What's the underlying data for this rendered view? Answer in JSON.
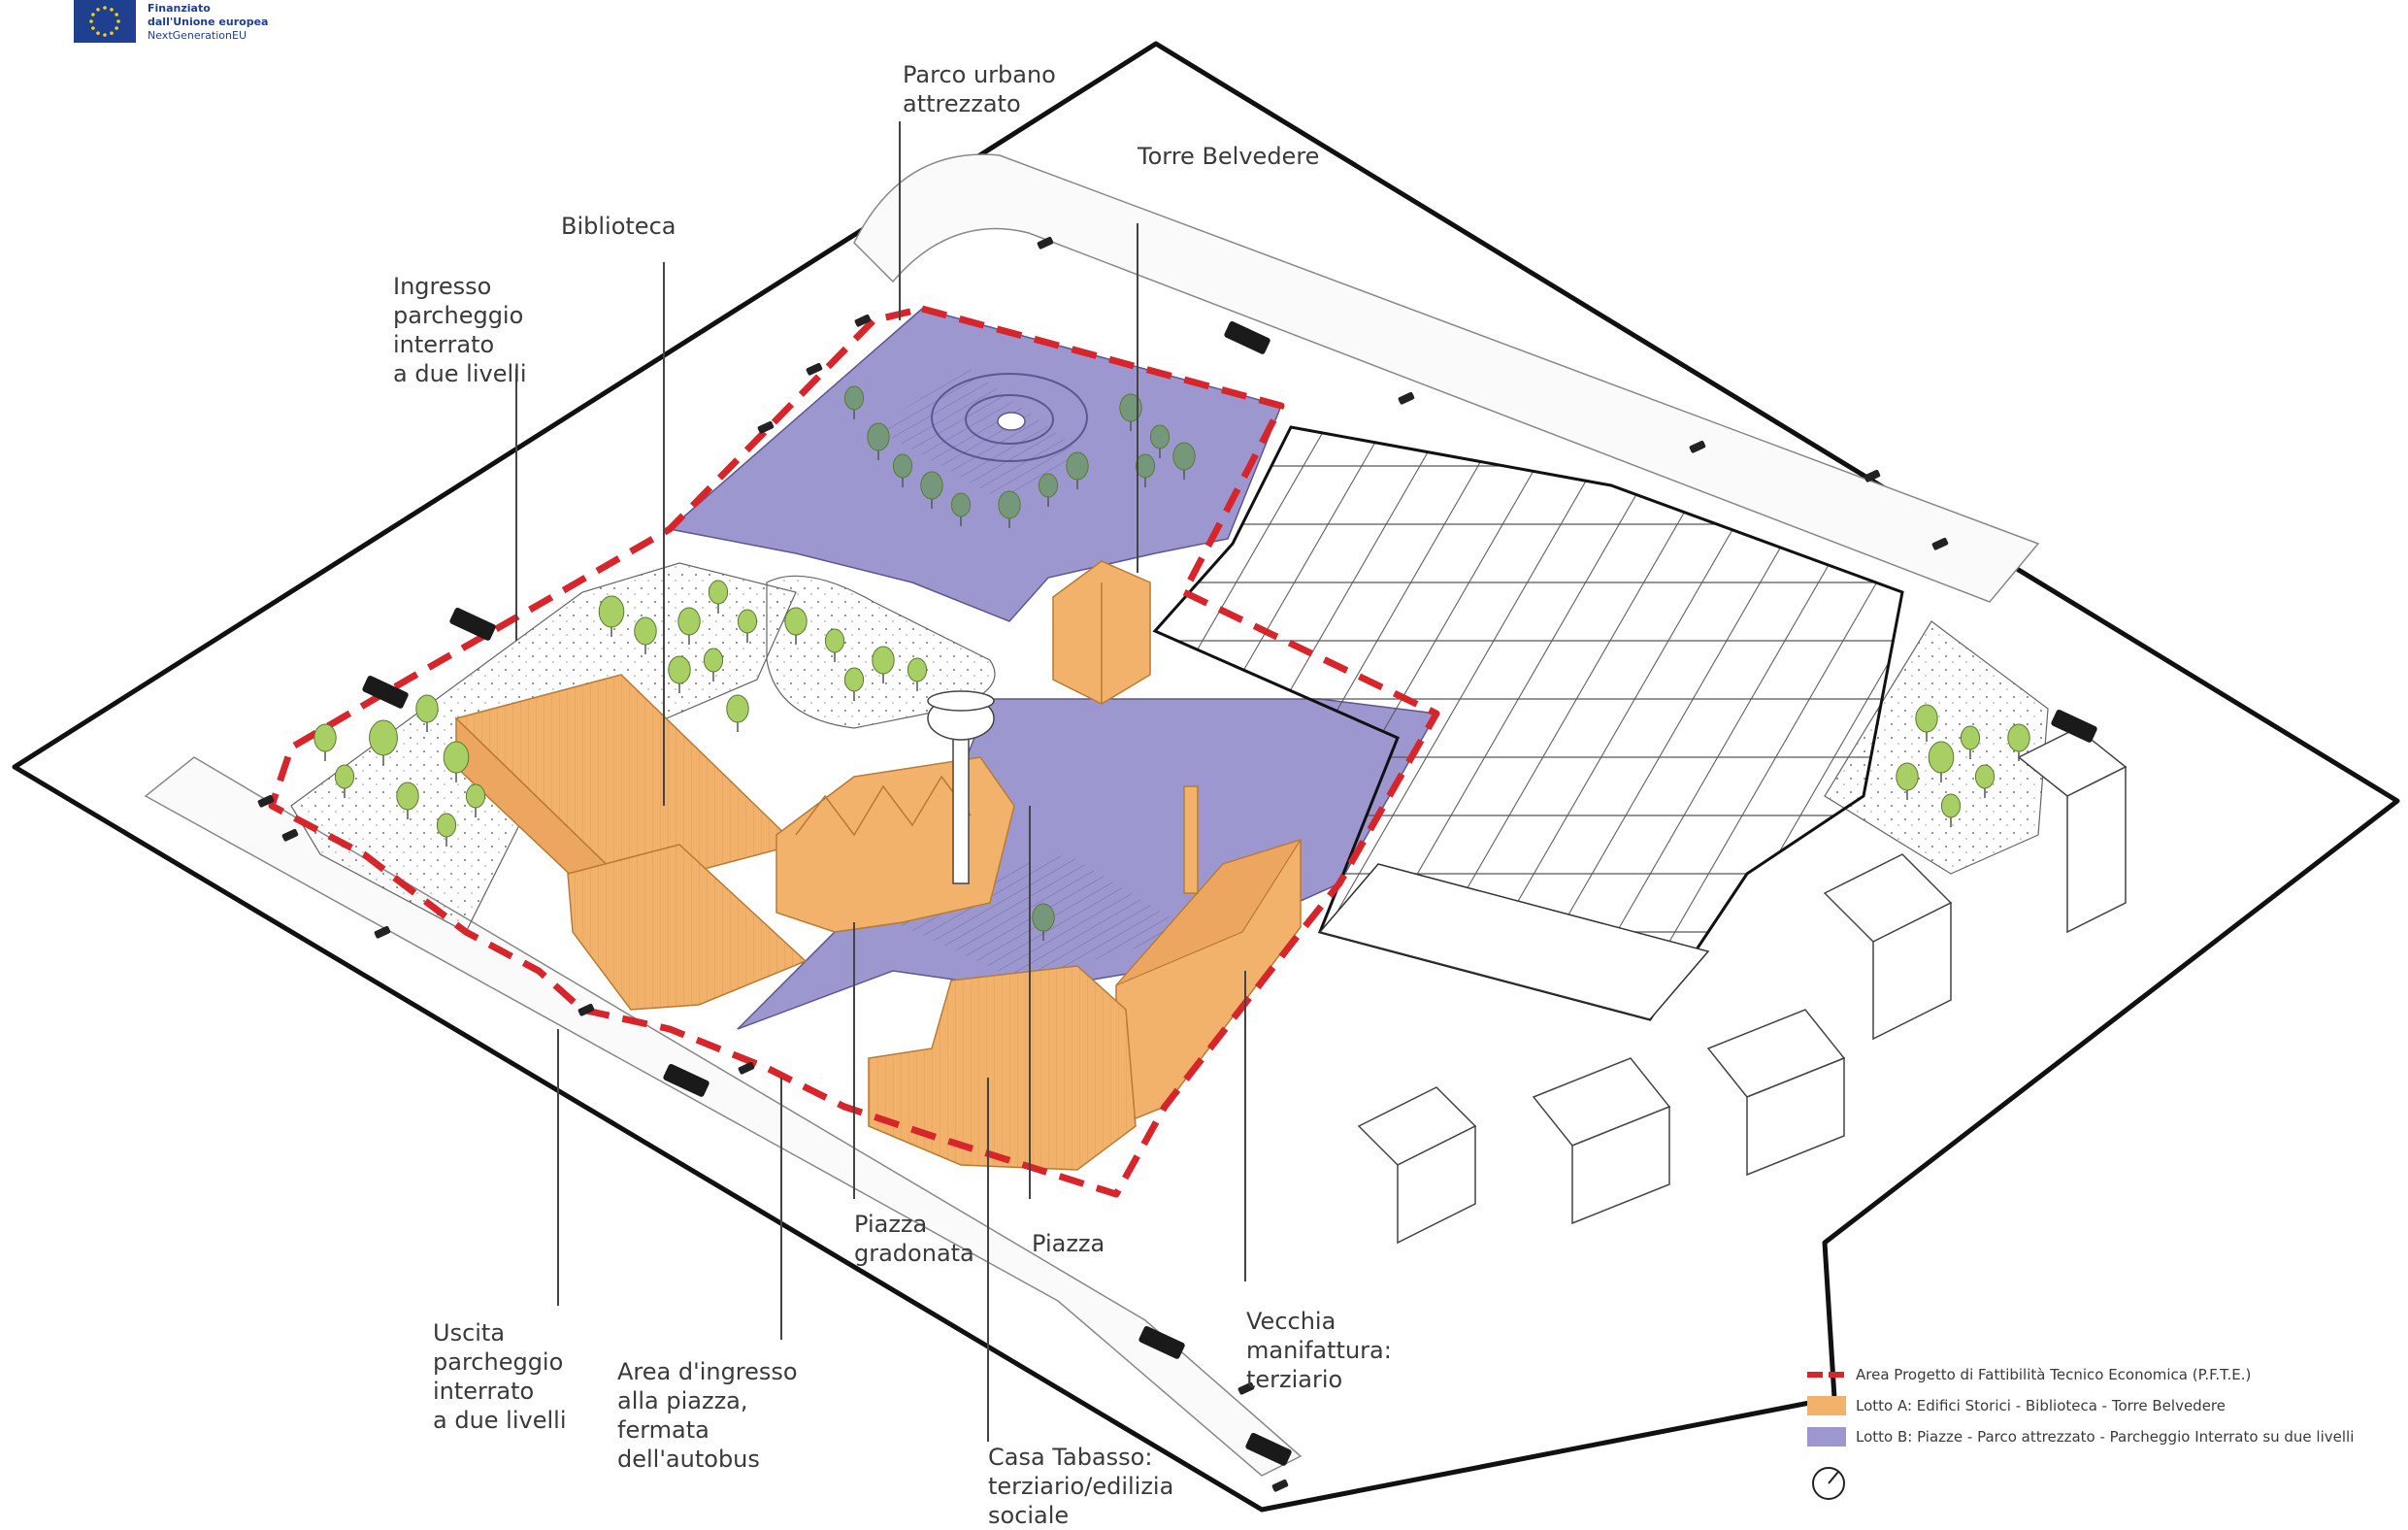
{
  "funding": {
    "line1": "Finanziato",
    "line2": "dall'Unione europea",
    "line3": "NextGenerationEU"
  },
  "labels": {
    "parco": [
      "Parco urbano",
      "attrezzato"
    ],
    "torre": [
      "Torre Belvedere"
    ],
    "biblioteca": [
      "Biblioteca"
    ],
    "ingresso": [
      "Ingresso",
      "parcheggio",
      "interrato",
      "a due livelli"
    ],
    "piazza_gradonata": [
      "Piazza",
      "gradonata"
    ],
    "piazza": [
      "Piazza"
    ],
    "uscita": [
      "Uscita",
      "parcheggio",
      "interrato",
      "a due livelli"
    ],
    "area_ingresso": [
      "Area d'ingresso",
      "alla piazza,",
      "fermata",
      "dell'autobus"
    ],
    "casa_tabasso": [
      "Casa Tabasso:",
      "terziario/edilizia",
      "sociale"
    ],
    "manifattura": [
      "Vecchia",
      "manifattura:",
      "terziario"
    ]
  },
  "legend": {
    "items": [
      {
        "label": "Area Progetto di Fattibilità Tecnico Economica (P.F.T.E.)",
        "swatch": "dashed",
        "color": "#d7262b"
      },
      {
        "label": "Lotto A: Edifici Storici - Biblioteca - Torre Belvedere",
        "swatch": "fill",
        "color": "#f3b26c"
      },
      {
        "label": "Lotto B: Piazze - Parco attrezzato - Parcheggio Interrato su due livelli",
        "swatch": "fill",
        "color": "#9d97cf"
      }
    ],
    "north_icon": "north-arrow-icon"
  },
  "colors": {
    "lotto_a": "#f3b26c",
    "lotto_b": "#9d97cf",
    "perimeter": "#d7262b",
    "tree": "#a8cf63",
    "tree_dark": "#76987a",
    "eu_blue": "#1f3f8f",
    "eu_star": "#f7d117"
  }
}
